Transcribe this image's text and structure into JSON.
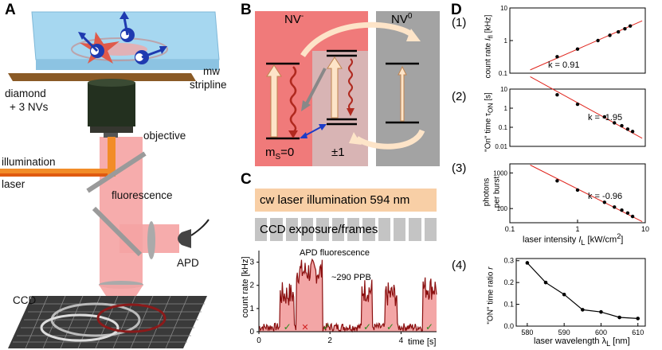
{
  "panels": {
    "A": {
      "letter": "A",
      "labels": {
        "mw": "mw",
        "stripline": "stripline",
        "diamond": "diamond",
        "nvs": "+ 3 NVs",
        "objective": "objective",
        "illumination": "illumination",
        "laser": "laser",
        "fluorescence": "fluorescence",
        "apd": "APD",
        "ccd": "CCD"
      }
    },
    "B": {
      "letter": "B",
      "nvminus": "NV",
      "nvminus_sup": "-",
      "nv0": "NV",
      "nv0_sup": "0",
      "ms0": "m",
      "ms0_sub": "S",
      "ms0_val": "=0",
      "pm1": "±1"
    },
    "C": {
      "letter": "C",
      "cw_label": "cw laser illumination 594 nm",
      "ccd_label": "CCD exposure/frames",
      "apd_label": "APD fluorescence",
      "ppb_label": "~290 PPB",
      "ylabel": "count rate [kHz]",
      "xlabel": "time [s]",
      "yticks": [
        "0",
        "1",
        "2",
        "3"
      ],
      "xticks": [
        "0",
        "2",
        "4"
      ]
    },
    "D": {
      "letter": "D",
      "sub1": "(1)",
      "sub2": "(2)",
      "sub3": "(3)",
      "sub4": "(4)",
      "k1": "k = 0.91",
      "k2": "k = -1.95",
      "k3": "k = -0.96",
      "ylabel1": "count rate",
      "ylabel1_var": "I",
      "ylabel1_sub": "fl",
      "ylabel1_unit": " [kHz]",
      "ylabel2": "\"On\" time τ",
      "ylabel2_sub": "ON",
      "ylabel2_unit": " [s]",
      "ylabel3a": "photons",
      "ylabel3b": "per burst",
      "xlabel3": "laser intensity ",
      "xlabel3_var": "I",
      "xlabel3_sub": "L",
      "xlabel3_unit": " [kW/cm",
      "xlabel3_sup": "2",
      "xlabel3_end": "]",
      "ylabel4": "\"ON\" time ratio ",
      "ylabel4_var": "r",
      "xlabel4": "laser wavelength λ",
      "xlabel4_sub": "L",
      "xlabel4_unit": " [nm]",
      "ticks1": [
        "10",
        "1",
        "0.1"
      ],
      "ticks2": [
        "10",
        "1",
        "0.1",
        "0.01"
      ],
      "ticks3": [
        "1000",
        "100"
      ],
      "xticks_log": [
        "0.1",
        "1",
        "10"
      ],
      "ticks4y": [
        "0.3",
        "0.2",
        "0.1",
        "0.0"
      ],
      "ticks4x": [
        "580",
        "590",
        "600",
        "610"
      ]
    }
  },
  "chart_data": [
    {
      "type": "scatter",
      "title": "",
      "xlabel": "laser intensity I_L [kW/cm2]",
      "ylabel": "count rate I_fl [kHz]",
      "log_x": true,
      "log_y": true,
      "xlim": [
        0.1,
        10
      ],
      "ylim": [
        0.1,
        10
      ],
      "x": [
        0.5,
        1.0,
        2.0,
        3.0,
        4.0,
        5.0,
        6.0
      ],
      "y": [
        0.32,
        0.55,
        1.0,
        1.45,
        1.85,
        2.3,
        2.8
      ],
      "fit": {
        "slope": 0.91,
        "label": "k = 0.91"
      }
    },
    {
      "type": "scatter",
      "xlabel": "laser intensity I_L [kW/cm2]",
      "ylabel": "\"On\" time τ_ON [s]",
      "log_x": true,
      "log_y": true,
      "xlim": [
        0.1,
        10
      ],
      "ylim": [
        0.01,
        10
      ],
      "x": [
        0.5,
        1.0,
        2.5,
        3.5,
        4.5,
        5.5,
        6.5
      ],
      "y": [
        5.0,
        1.6,
        0.35,
        0.17,
        0.12,
        0.08,
        0.06
      ],
      "fit": {
        "slope": -1.95,
        "label": "k = -1.95"
      }
    },
    {
      "type": "scatter",
      "xlabel": "laser intensity I_L [kW/cm2]",
      "ylabel": "photons per burst",
      "log_x": true,
      "log_y": true,
      "xlim": [
        0.1,
        10
      ],
      "ylim": [
        40,
        1800
      ],
      "x": [
        0.5,
        1.0,
        2.5,
        3.5,
        4.5,
        5.5,
        6.5
      ],
      "y": [
        600,
        330,
        150,
        110,
        90,
        75,
        60
      ],
      "fit": {
        "slope": -0.96,
        "label": "k = -0.96"
      }
    },
    {
      "type": "line",
      "xlabel": "laser wavelength λL [nm]",
      "ylabel": "\"ON\" time ratio r",
      "xlim": [
        577,
        612
      ],
      "ylim": [
        0,
        0.31
      ],
      "x": [
        580,
        585,
        590,
        595,
        600,
        605,
        610
      ],
      "y": [
        0.29,
        0.2,
        0.145,
        0.075,
        0.065,
        0.04,
        0.035
      ]
    },
    {
      "type": "line",
      "xlabel": "time [s]",
      "ylabel": "count rate [kHz]",
      "xlim": [
        0,
        5
      ],
      "ylim": [
        0,
        3.5
      ],
      "bursts": [
        {
          "start": 0.6,
          "end": 1.0,
          "level": 1.6
        },
        {
          "start": 1.05,
          "end": 1.8,
          "level": 2.6
        },
        {
          "start": 2.9,
          "end": 3.2,
          "level": 1.8
        },
        {
          "start": 3.55,
          "end": 3.9,
          "level": 1.6
        },
        {
          "start": 4.6,
          "end": 5.0,
          "level": 1.9
        }
      ],
      "baseline": 0.2
    }
  ],
  "colors": {
    "nvminus_bg": "#f07a7a",
    "nvminus_inner": "#d8b4b4",
    "nv0_bg": "#a3a3a3",
    "orange_bar": "#f8cfa6",
    "gray_bar": "#c4c4c4",
    "trace": "#8b1010",
    "fill": "#f3a6a6",
    "fit_line": "#e0241c"
  }
}
